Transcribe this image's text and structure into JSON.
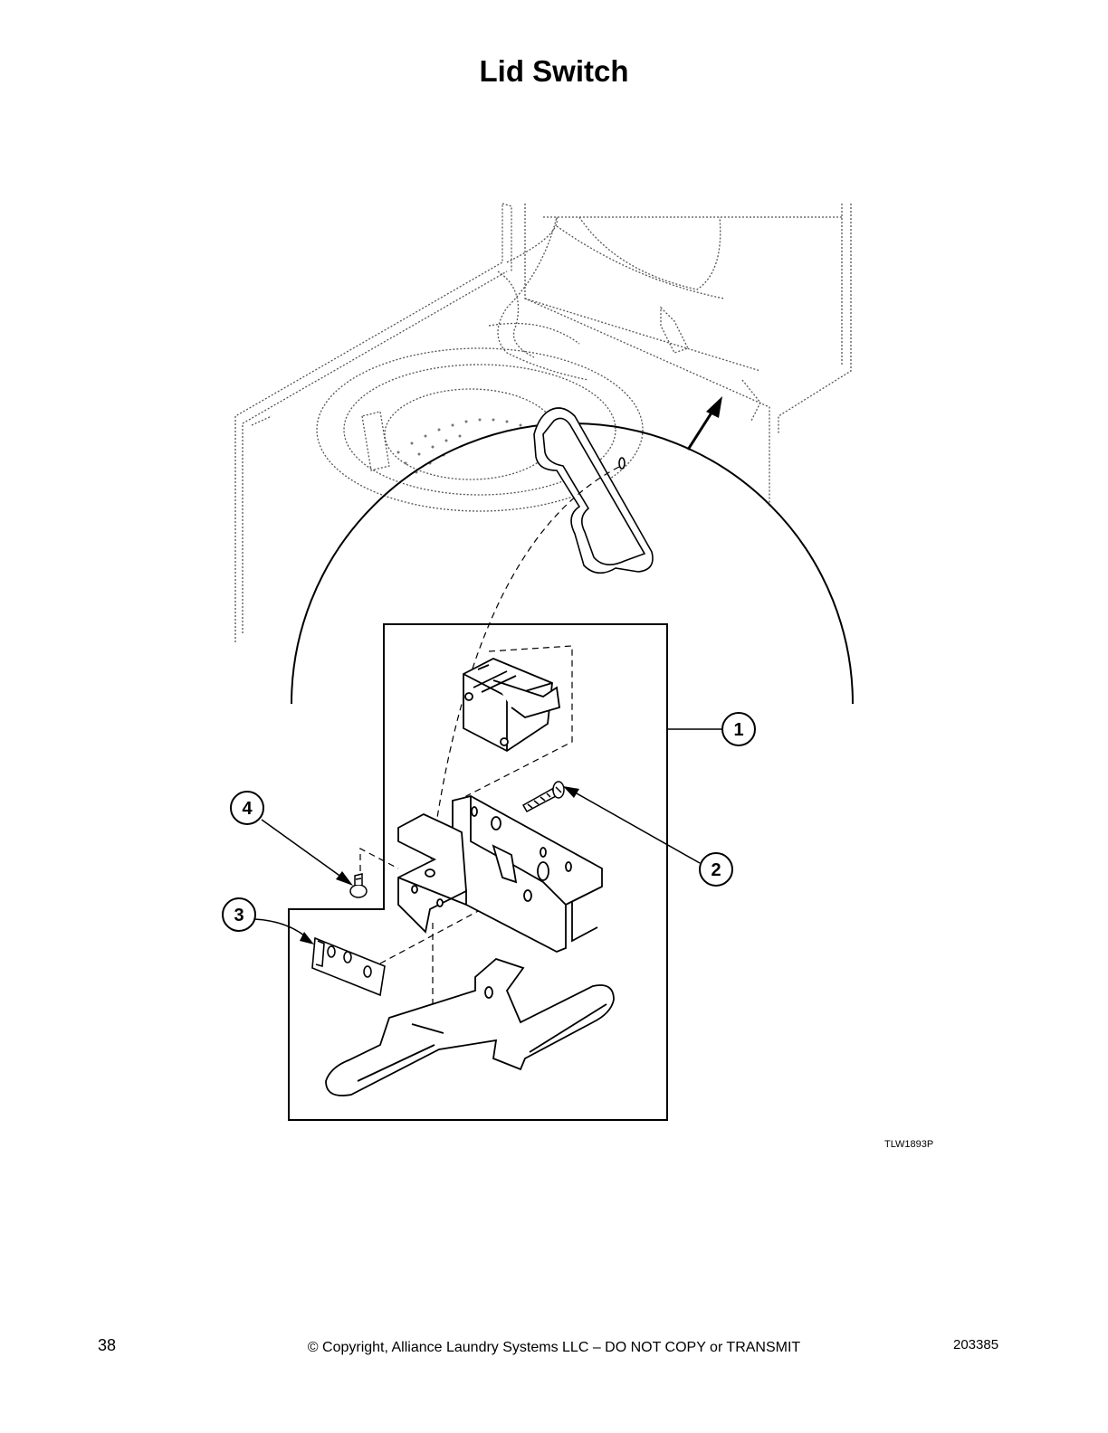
{
  "title": "Lid Switch",
  "figure_id": "TLW1893P",
  "callouts": [
    "1",
    "2",
    "3",
    "4"
  ],
  "footer": {
    "page_number": "38",
    "copyright": "© Copyright, Alliance Laundry Systems LLC – DO NOT COPY or TRANSMIT",
    "doc_number": "203385"
  }
}
